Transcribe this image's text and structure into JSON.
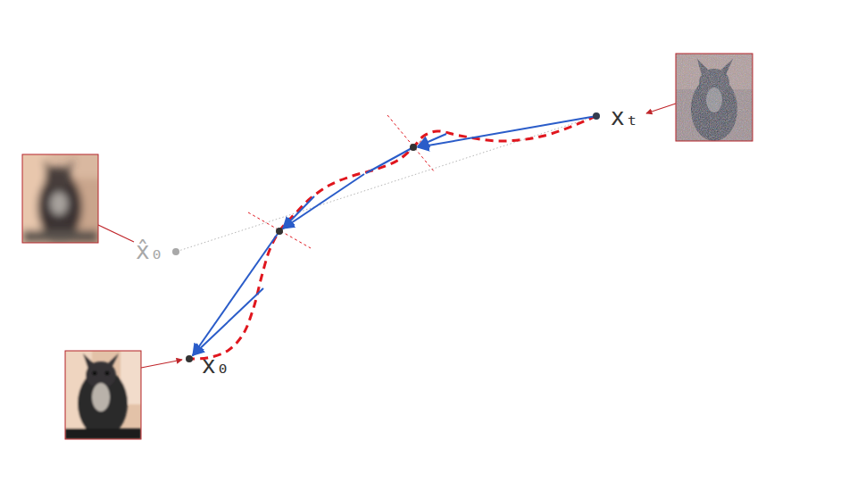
{
  "diagram": {
    "labels": [
      "xₜ",
      "x̂₀",
      "x₀"
    ]
  }
}
